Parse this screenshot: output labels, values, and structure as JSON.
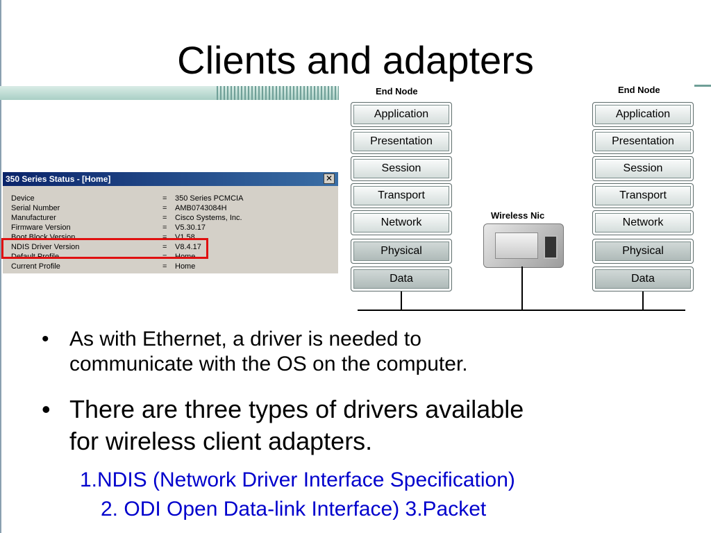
{
  "slide": {
    "title": "Clients and adapters"
  },
  "dialog": {
    "title": "350 Series Status - [Home]",
    "close_glyph": "✕",
    "rows": [
      {
        "key": "Device",
        "eq": "=",
        "value": "350 Series PCMCIA"
      },
      {
        "key": "Serial Number",
        "eq": "=",
        "value": "AMB0743084H"
      },
      {
        "key": "Manufacturer",
        "eq": "=",
        "value": "Cisco Systems, Inc."
      },
      {
        "key": "Firmware Version",
        "eq": "=",
        "value": "V5.30.17"
      },
      {
        "key": "Boot Block Version",
        "eq": "=",
        "value": "V1.58"
      },
      {
        "key": "NDIS Driver Version",
        "eq": "=",
        "value": "V8.4.17"
      },
      {
        "key": "Default Profile",
        "eq": "=",
        "value": "Home"
      },
      {
        "key": "Current Profile",
        "eq": "=",
        "value": "Home"
      }
    ],
    "highlight_color": "#e01010"
  },
  "diagram": {
    "left_node_label": "End Node",
    "right_node_label": "End Node",
    "nic_label": "Wireless Nic",
    "layers": [
      "Application",
      "Presentation",
      "Session",
      "Transport",
      "Network",
      "Physical",
      "Data"
    ]
  },
  "bullets": {
    "b1_line1": "As with Ethernet, a driver is needed to",
    "b1_line2": "communicate with the OS on the computer.",
    "b2_line1": "There are three types of drivers available",
    "b2_line2": "for wireless client adapters.",
    "dot": "•"
  },
  "driver_list": {
    "line1": "1.NDIS (Network Driver Interface Specification)",
    "line2": "2. ODI Open Data-link Interface) 3.Packet"
  },
  "colors": {
    "accent_blue": "#0000cc",
    "title_bar": "#0a246a"
  }
}
